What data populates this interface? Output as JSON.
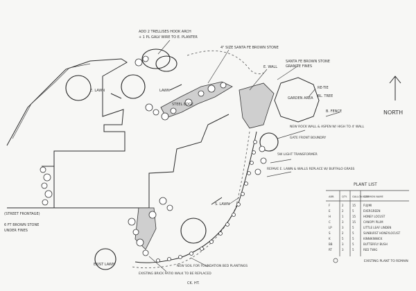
{
  "north": "NORTH",
  "labels": {
    "note_top": "ADD 2 TRELLISES HOOK ARCH",
    "note_top2": "+ 1 PL GALV WIRE TO E. PLANTER",
    "note_sandstone": "4\" SIZE SANTA FE BROWN STONE",
    "e_wall": "E. WALL",
    "santa_fe_stone": "SANTA FE BROWN STONE",
    "granite_fines": "GRANITE FINES",
    "re_tie": "RE-TIE",
    "garden_area": "GARDEN AREA",
    "bl_tree": "BL. TREE",
    "b_fence": "B. FENCE",
    "e_lawn": "E. LAWN",
    "lawn": "LAWN",
    "steel_edge": "STEEL EDGE",
    "new_rock_wall": "NEW ROCK WALL & ASPEN W/ HIGH TO 4' WALL",
    "gate_front": "GATE FRONT BOUNDRY",
    "transformer": "5W LIGHT TRANSFORMER",
    "repave": "REPAVE E. LAWN & WALLS REPLACE W/ BUFFALO GRASS",
    "s_lawn": "S. LAWN",
    "street": "(STREET FRONTAGE)",
    "ft_brown_stone": "6 FT BROWN STONE",
    "under_fines": "UNDER FINES",
    "existing_brick": "EXISTING BRICK PATIO WALK TO BE REPLACED",
    "existing_lawn": "EXIST LAWN",
    "bottom_note": "NEW SOIL FOR FOUNDATION BED PLANTINGS",
    "ck_ht": "CK. HT."
  },
  "plant_list": {
    "title": "PLANT LIST",
    "headers": [
      "ABR.",
      "QTY.",
      "GALLON SIZE",
      "COMMON NAME"
    ],
    "rows": [
      [
        "F",
        "2",
        "15",
        "FUJIMI"
      ],
      [
        "E",
        "2",
        "5",
        "EVERGREEN"
      ],
      [
        "H",
        "1",
        "15",
        "HONEY LOCUST"
      ],
      [
        "C",
        "3",
        "15",
        "CANOPY PLUM"
      ],
      [
        "LP",
        "3",
        "5",
        "LITTLE LEAF LINDEN"
      ],
      [
        "S",
        "2",
        "5",
        "SUNBURST HONEYLOCUST"
      ],
      [
        "K",
        "5",
        "5",
        "KINNIKINNICK"
      ],
      [
        "BB",
        "3",
        "5",
        "BUTTERFLY BUSH"
      ],
      [
        "RT",
        "3",
        "5",
        "RED TWIG"
      ]
    ],
    "footer": "EXISTING PLANT TO REMAIN"
  }
}
